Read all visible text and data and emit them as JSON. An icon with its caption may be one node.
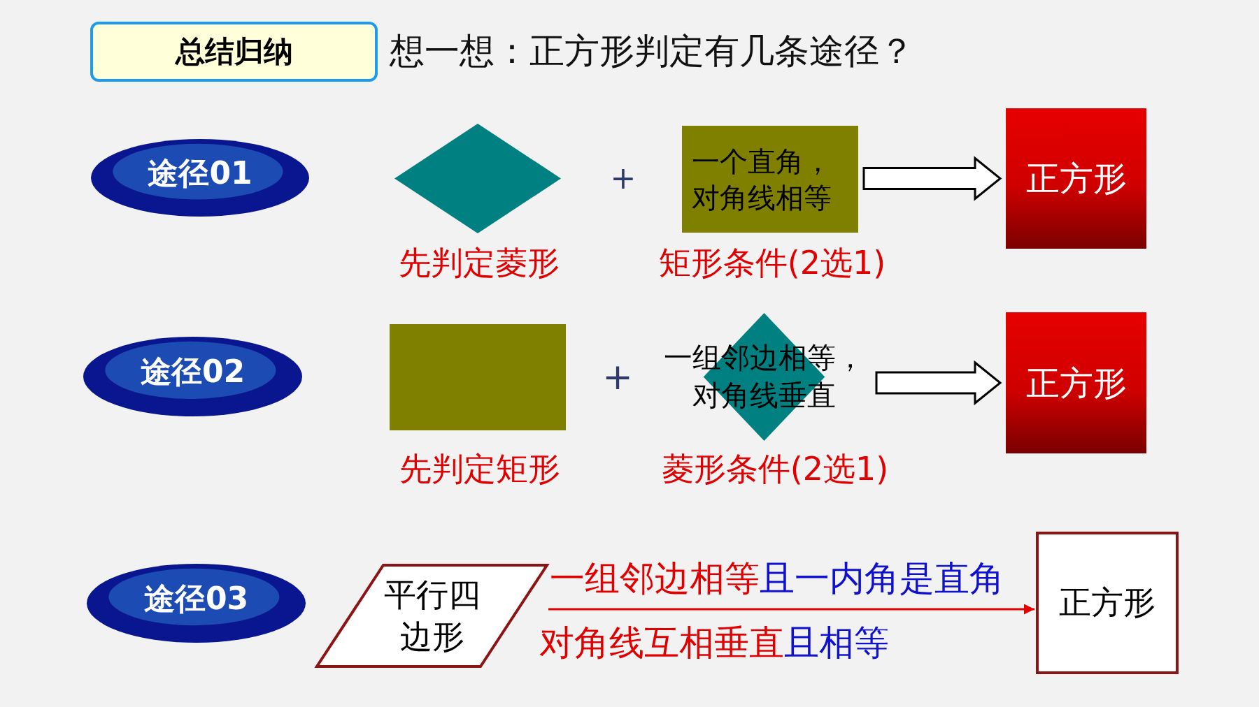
{
  "diagram": {
    "title": "想一想：正方形判定有几条途径？",
    "nodes": [
      {
        "text": [
          "总结归纳"
        ]
      },
      {
        "text": [
          "途径01"
        ]
      },
      {
        "text": [],
        "shape": "diamond",
        "beside": [
          "先判定菱形"
        ]
      },
      {
        "text": [
          "一个直角，对角线相等"
        ],
        "beside": [
          "矩形条件(2选1)"
        ]
      },
      {
        "text": [
          "正方形"
        ]
      },
      {
        "text": [
          "途径02"
        ]
      },
      {
        "text": [],
        "shape": "box",
        "beside": [
          "先判定矩形"
        ]
      },
      {
        "text": [
          "一组邻边相等，对角线垂直"
        ],
        "beside": [
          "菱形条件(2选1)"
        ]
      },
      {
        "text": [
          "正方形"
        ]
      },
      {
        "text": [
          "途径03"
        ]
      },
      {
        "text": [
          "平行四边形"
        ]
      },
      {
        "text": [
          "正方形"
        ]
      }
    ],
    "edges": [
      {
        "from": 3,
        "to": 4,
        "arrow": "to"
      },
      {
        "from": 7,
        "to": 8,
        "arrow": "to"
      },
      {
        "from": 10,
        "to": 11,
        "arrow": "to",
        "color": "#e00000"
      }
    ],
    "labels": [
      "+",
      "+",
      "一组邻边相等",
      "且一内角是直角",
      "对角线互相垂直",
      "且相等"
    ]
  }
}
